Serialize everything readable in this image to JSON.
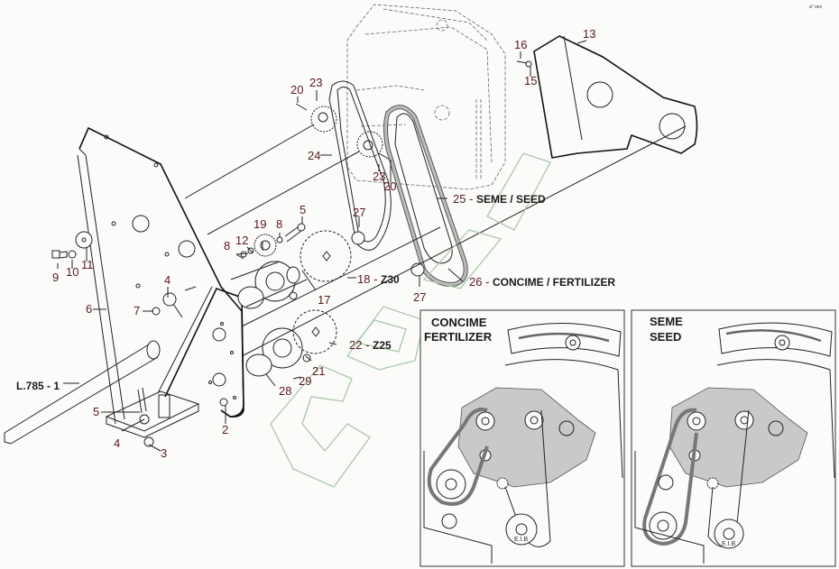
{
  "diagram": {
    "title": "Seed / fertilizer drive transmission - exploded parts view",
    "corner_mark": "a° ses",
    "callouts": [
      {
        "id": "c1",
        "text": "L.785 - 1",
        "bold_prefix": true
      },
      {
        "id": "c2",
        "text": "2"
      },
      {
        "id": "c3",
        "text": "3"
      },
      {
        "id": "c4a",
        "text": "4"
      },
      {
        "id": "c4b",
        "text": "4"
      },
      {
        "id": "c5a",
        "text": "5"
      },
      {
        "id": "c5b",
        "text": "5"
      },
      {
        "id": "c6",
        "text": "6"
      },
      {
        "id": "c7",
        "text": "7"
      },
      {
        "id": "c8a",
        "text": "8"
      },
      {
        "id": "c8b",
        "text": "8"
      },
      {
        "id": "c9",
        "text": "9"
      },
      {
        "id": "c10",
        "text": "10"
      },
      {
        "id": "c11",
        "text": "11"
      },
      {
        "id": "c12",
        "text": "12"
      },
      {
        "id": "c13",
        "text": "13"
      },
      {
        "id": "c15",
        "text": "15"
      },
      {
        "id": "c16",
        "text": "16"
      },
      {
        "id": "c17",
        "text": "17"
      },
      {
        "id": "c18",
        "text": "18 - ",
        "suffix": "Z30"
      },
      {
        "id": "c19",
        "text": "19"
      },
      {
        "id": "c20a",
        "text": "20"
      },
      {
        "id": "c20b",
        "text": "20"
      },
      {
        "id": "c21",
        "text": "21"
      },
      {
        "id": "c22",
        "text": "22 - ",
        "suffix": "Z25"
      },
      {
        "id": "c23a",
        "text": "23"
      },
      {
        "id": "c23b",
        "text": "23"
      },
      {
        "id": "c24",
        "text": "24"
      },
      {
        "id": "c25",
        "text": "25 - ",
        "suffix": "SEME / SEED"
      },
      {
        "id": "c26",
        "text": "26 - ",
        "suffix": "CONCIME / FERTILIZER"
      },
      {
        "id": "c27a",
        "text": "27"
      },
      {
        "id": "c27b",
        "text": "27"
      },
      {
        "id": "c28",
        "text": "28"
      },
      {
        "id": "c29",
        "text": "29"
      }
    ],
    "insets": [
      {
        "name": "fertilizer",
        "title_line1": "CONCIME",
        "title_line2": "FERTILIZER",
        "hub_label": "E.I.B"
      },
      {
        "name": "seed",
        "title_line1": "SEME",
        "title_line2": "SEED",
        "hub_label": "E.I.B"
      }
    ],
    "watermark": "5BOH",
    "colors": {
      "label": "#5a1a1a",
      "bold_label": "#1a1a1a",
      "watermark": "#a9c8a9",
      "gearbox_plate": "#c9c9c9",
      "background": "#fbfbf9"
    }
  }
}
